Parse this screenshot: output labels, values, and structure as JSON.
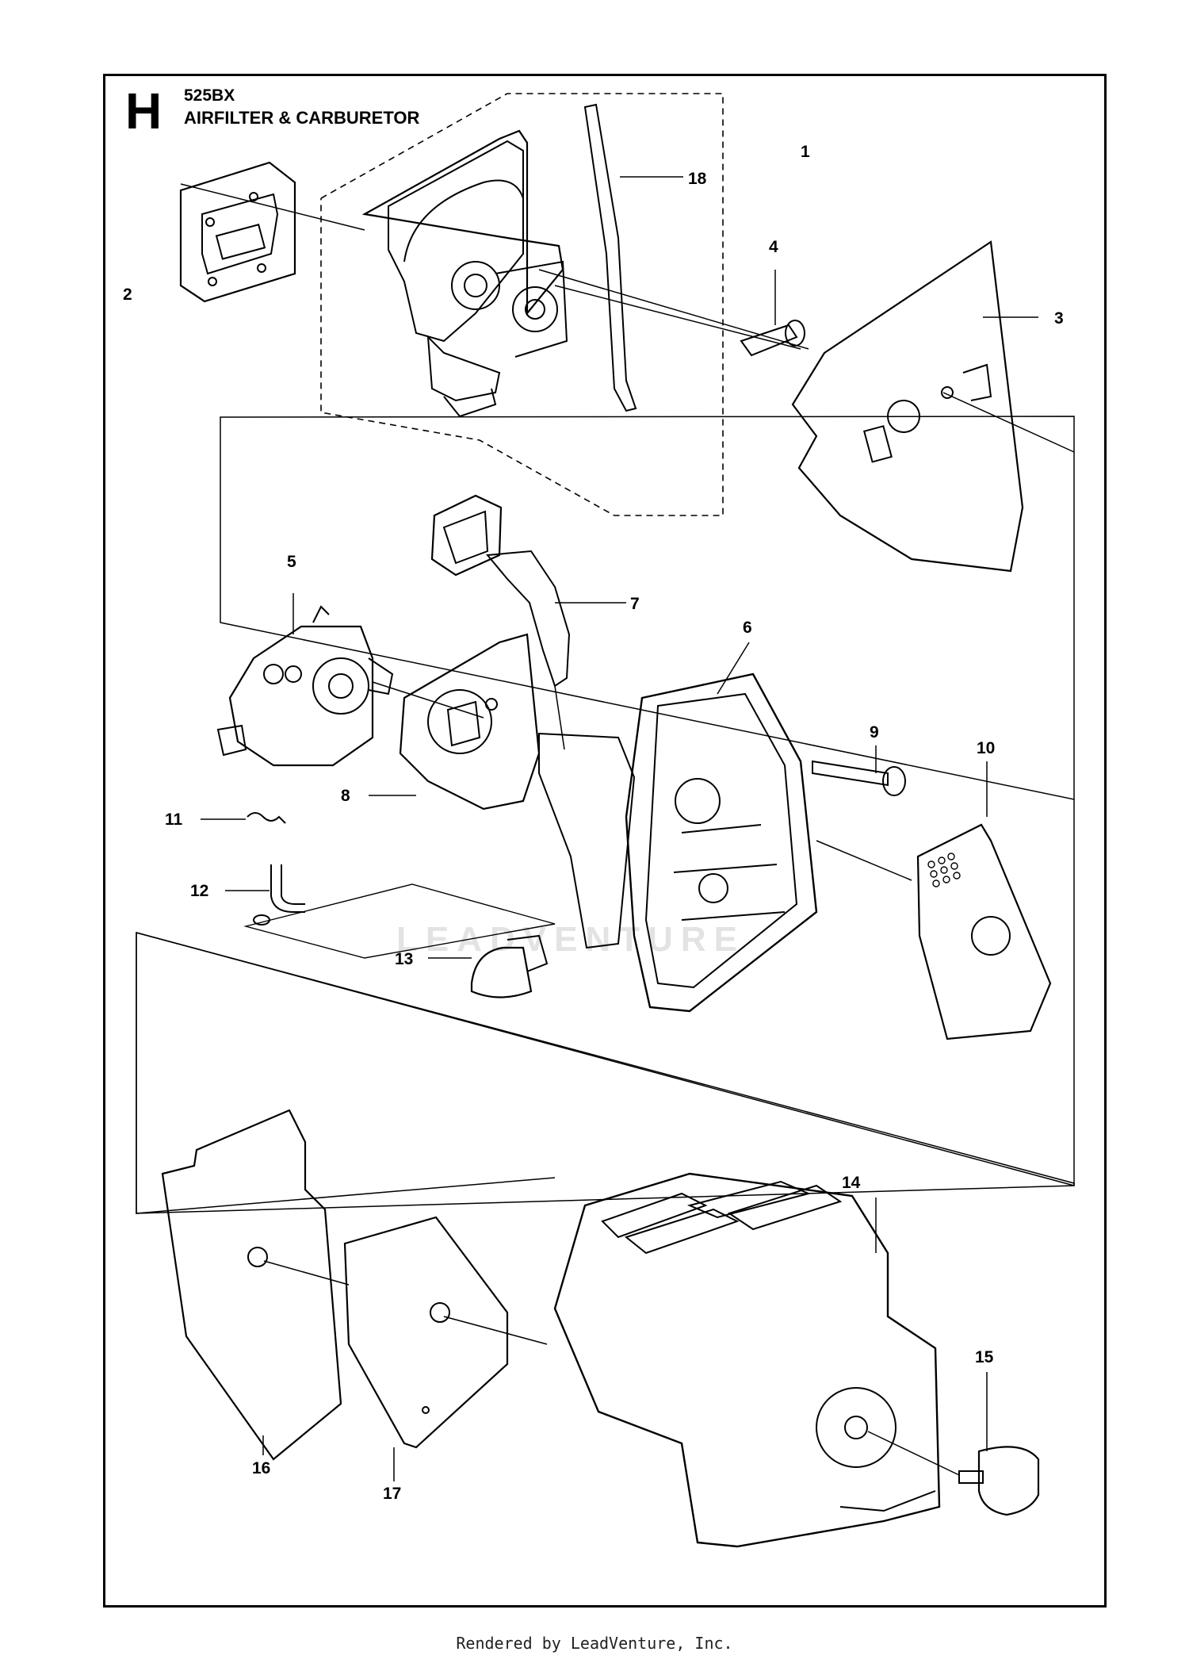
{
  "header": {
    "section_letter": "H",
    "model": "525BX",
    "title": "AIRFILTER & CARBURETOR"
  },
  "watermark": "LEADVENTURE",
  "footer": "Rendered by LeadVenture, Inc.",
  "callouts": [
    "1",
    "2",
    "3",
    "4",
    "5",
    "6",
    "7",
    "8",
    "9",
    "10",
    "11",
    "12",
    "13",
    "14",
    "15",
    "16",
    "17",
    "18"
  ]
}
